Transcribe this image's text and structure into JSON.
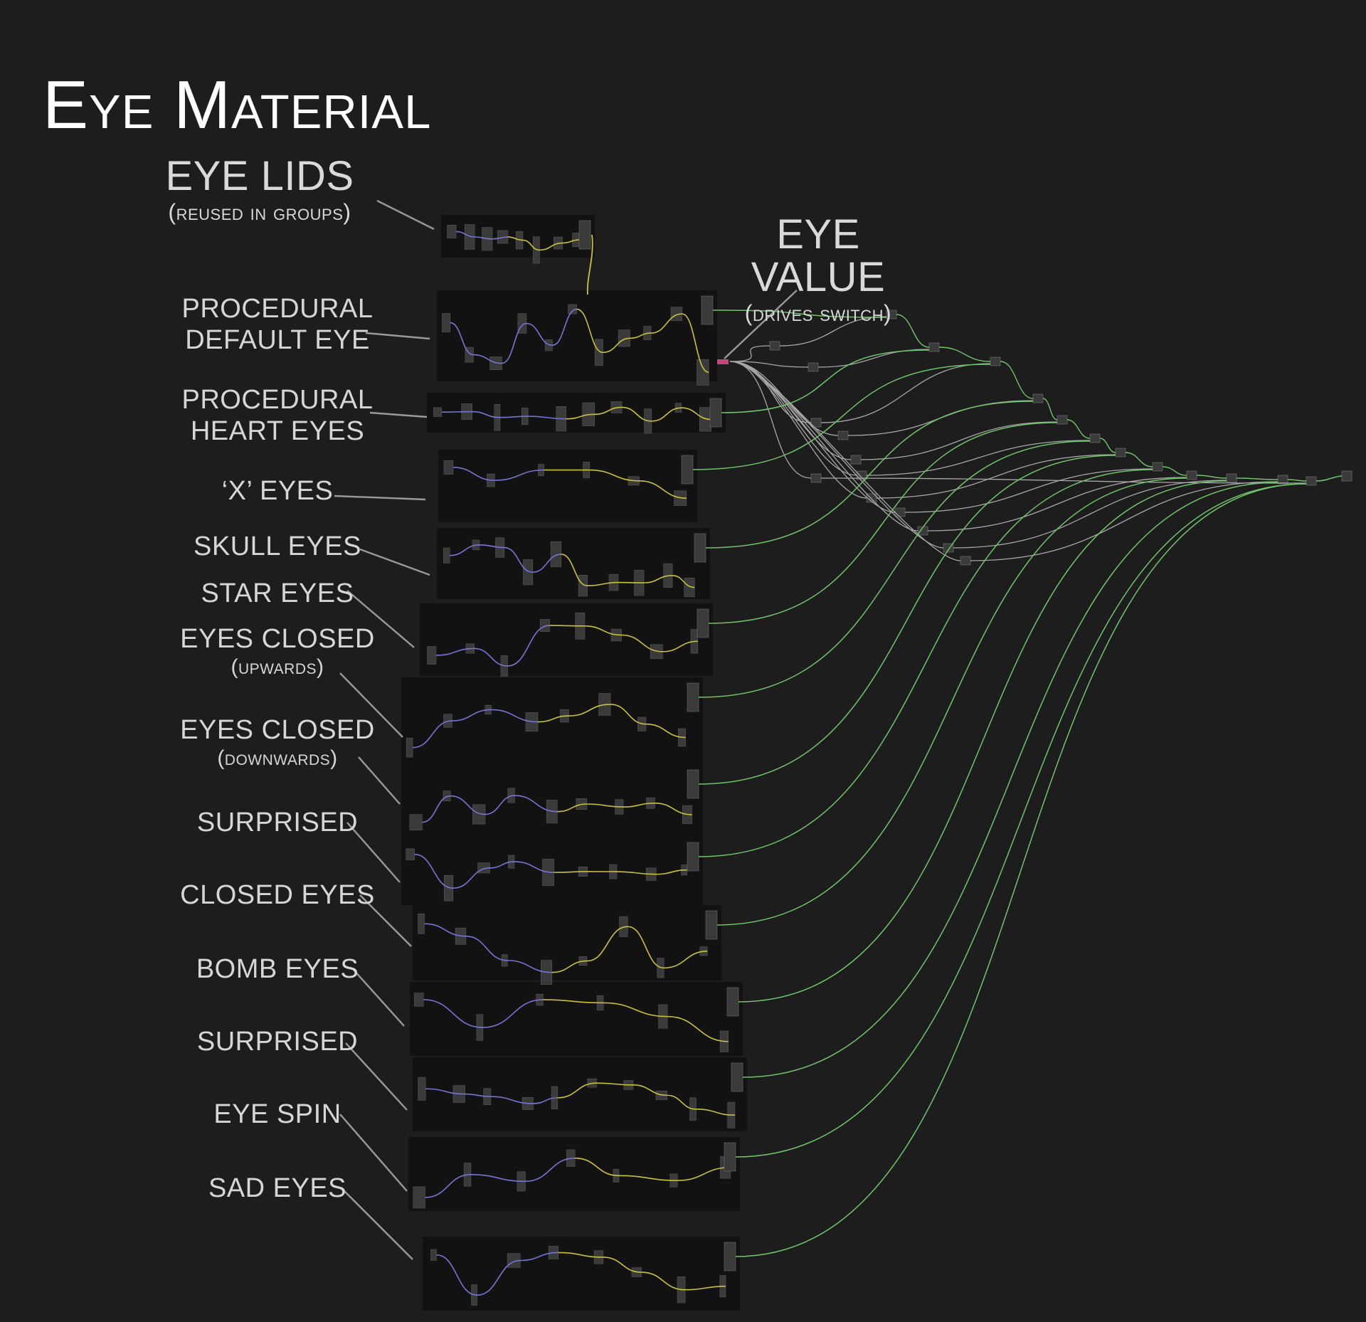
{
  "title": "Eye Material",
  "eye_lids": {
    "label": "EYE LIDS",
    "sub": "(reused in groups)"
  },
  "eye_value": {
    "label": "EYE VALUE",
    "sub": "(drives switch)"
  },
  "groups": [
    {
      "id": "procedural-default-eye",
      "label": "PROCEDURAL DEFAULT EYE"
    },
    {
      "id": "procedural-heart-eyes",
      "label": "PROCEDURAL HEART EYES"
    },
    {
      "id": "x-eyes",
      "label": "‘X’ EYES"
    },
    {
      "id": "skull-eyes",
      "label": "SKULL EYES"
    },
    {
      "id": "star-eyes",
      "label": "STAR EYES"
    },
    {
      "id": "eyes-closed-upwards",
      "label": "EYES CLOSED",
      "sub": "(upwards)"
    },
    {
      "id": "eyes-closed-downwards",
      "label": "EYES CLOSED",
      "sub": "(downwards)"
    },
    {
      "id": "surprised-1",
      "label": "SURPRISED"
    },
    {
      "id": "closed-eyes",
      "label": "CLOSED EYES"
    },
    {
      "id": "bomb-eyes",
      "label": "BOMB EYES"
    },
    {
      "id": "surprised-2",
      "label": "SURPRISED"
    },
    {
      "id": "eye-spin",
      "label": "EYE SPIN"
    },
    {
      "id": "sad-eyes",
      "label": "SAD EYES"
    }
  ],
  "colors": {
    "background": "#1d1d1d",
    "frame": "#121212",
    "node": "#3a3a3a",
    "wire_yellow": "#c9c23a",
    "wire_purple": "#7c72d4",
    "wire_green": "#6fc46a",
    "wire_grey": "#a7a7a7",
    "leader": "#9a9a9a"
  }
}
